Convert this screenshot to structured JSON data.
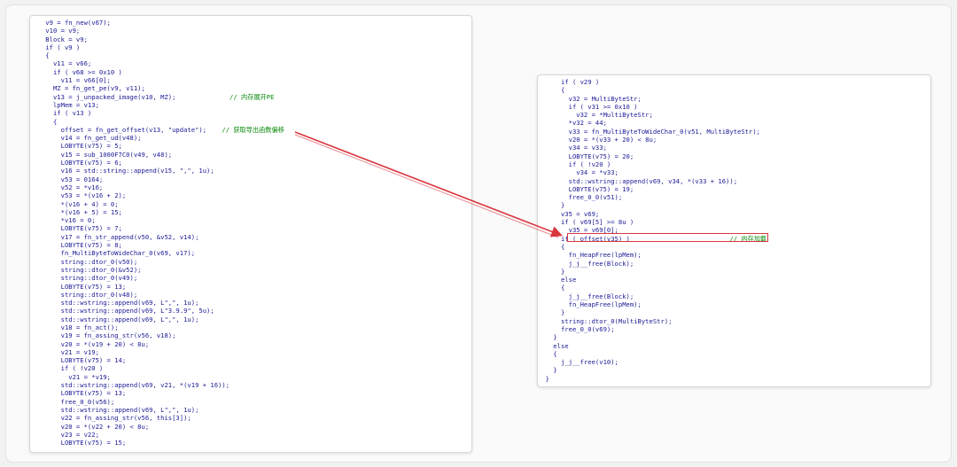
{
  "left_code": [
    "    v9 = fn_new(v67);",
    "    v10 = v9;",
    "    Block = v9;",
    "    if ( v9 )",
    "    {",
    "      v11 = v66;",
    "      if ( v68 >= 0x10 )",
    "        v11 = v66[0];",
    "      MZ = fn_get_pe(v9, v11);",
    "      v13 = j_unpacked_image(v10, MZ);",
    "      lpMem = v13;",
    "      if ( v13 )",
    "      {",
    "        offset = fn_get_offset(v13, \"update\");",
    "        v14 = fn_get_ud(v48);",
    "        LOBYTE(v75) = 5;",
    "        v15 = sub_1000F7C0(v49, v48);",
    "        LOBYTE(v75) = 6;",
    "        v16 = std::string::append(v15, \",\", 1u);",
    "        v53 = 0164;",
    "        v52 = *v16;",
    "        v53 = *(v16 + 2);",
    "        *(v16 + 4) = 0;",
    "        *(v16 + 5) = 15;",
    "        *v16 = 0;",
    "        LOBYTE(v75) = 7;",
    "        v17 = fn_str_append(v50, &v52, v14);",
    "        LOBYTE(v75) = 8;",
    "        fn_MultiByteToWideChar_0(v69, v17);",
    "        string::dtor_0(v50);",
    "        string::dtor_0(&v52);",
    "        string::dtor_0(v49);",
    "        LOBYTE(v75) = 13;",
    "        string::dtor_0(v48);",
    "        std::wstring::append(v69, L\",\", 1u);",
    "        std::wstring::append(v69, L\"3.9.9\", 5u);",
    "        std::wstring::append(v69, L\",\", 1u);",
    "        v18 = fn_act();",
    "        v19 = fn_assing_str(v56, v18);",
    "        v20 = *(v19 + 20) < 8u;",
    "        v21 = v19;",
    "        LOBYTE(v75) = 14;",
    "        if ( !v20 )",
    "          v21 = *v19;",
    "        std::wstring::append(v69, v21, *(v19 + 16));",
    "        LOBYTE(v75) = 13;",
    "        free_0_0(v56);",
    "        std::wstring::append(v69, L\",\", 1u);",
    "        v22 = fn_assing_str(v56, this[3]);",
    "        v20 = *(v22 + 20) < 8u;",
    "        v23 = v22;",
    "        LOBYTE(v75) = 15;"
  ],
  "left_comments": {
    "unpack": "// 内存展开PE",
    "offset": "// 获取导出函数偏移"
  },
  "right_code": [
    "      if ( v29 )",
    "      {",
    "        v32 = MultiByteStr;",
    "        if ( v31 >= 0x10 )",
    "          v32 = *MultiByteStr;",
    "        *v32 = 44;",
    "        v33 = fn_MultiByteToWideChar_0(v51, MultiByteStr);",
    "        v20 = *(v33 + 20) < 8u;",
    "        v34 = v33;",
    "        LOBYTE(v75) = 20;",
    "        if ( !v20 )",
    "          v34 = *v33;",
    "        std::wstring::append(v69, v34, *(v33 + 16));",
    "        LOBYTE(v75) = 19;",
    "        free_0_0(v51);",
    "      }",
    "      v35 = v69;",
    "      if ( v69[5] >= 8u )",
    "        v35 = v69[0];",
    "      if ( offset(v35) )",
    "      {",
    "        fn_HeapFree(lpMem);",
    "        j_j__free(Block);",
    "      }",
    "      else",
    "      {",
    "        j_j__free(Block);",
    "        fn_HeapFree(lpMem);",
    "      }",
    "      string::dtor_0(MultiByteStr);",
    "      free_0_0(v69);",
    "    }",
    "    else",
    "    {",
    "      j_j__free(v10);",
    "    }",
    "  }"
  ],
  "right_comments": {
    "offset_call": "// 内存加载"
  },
  "colors": {
    "code": "#1a1a96",
    "comment": "#0a8a0a",
    "highlight": "#d9363e",
    "arrow": "#d9363e"
  }
}
